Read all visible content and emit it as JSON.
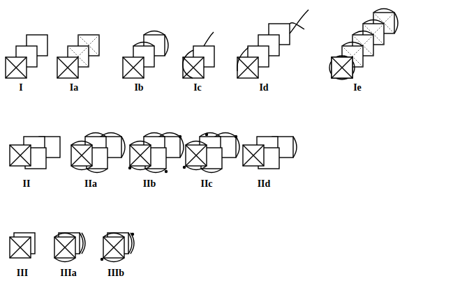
{
  "diagram": {
    "labels": [
      "I",
      "Ia",
      "Ib",
      "Ic",
      "Id",
      "Ie",
      "II",
      "IIa",
      "IIb",
      "IIc",
      "IId",
      "III",
      "IIIa",
      "IIIb"
    ]
  }
}
